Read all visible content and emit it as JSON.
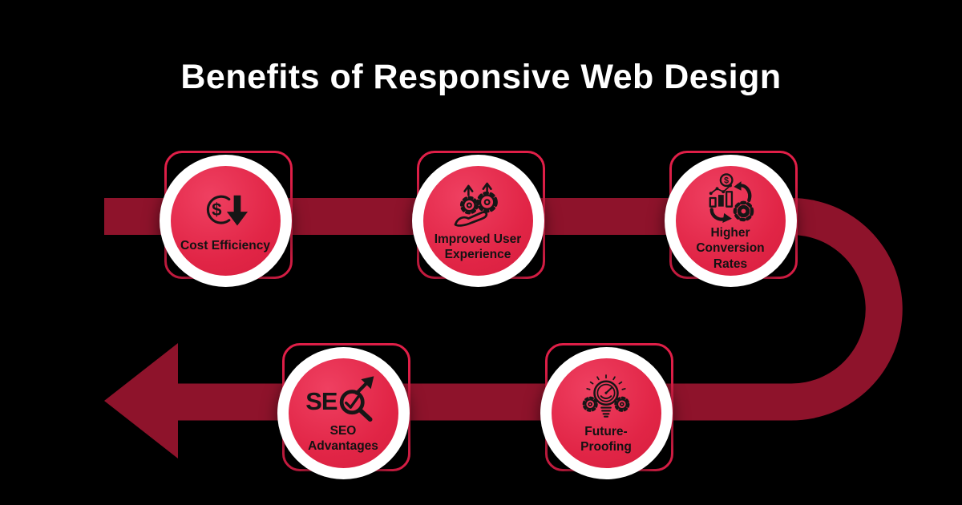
{
  "title": "Benefits of Responsive Web Design",
  "colors": {
    "background": "#000000",
    "band": "#8e132b",
    "node_fill": "#e12546",
    "node_fill_light": "#ef4061",
    "node_fill_dark": "#d71e3e",
    "node_border": "#e01f48",
    "ring": "#ffffff",
    "label": "#121212",
    "title_color": "#ffffff",
    "icon": "#161616"
  },
  "nodes": [
    {
      "label": "Cost Efficiency",
      "icon": "dollar-coin-down-arrow-icon"
    },
    {
      "label": "Improved User Experience",
      "icon": "hand-holding-gears-up-arrows-icon"
    },
    {
      "label": "Higher Conversion Rates",
      "icon": "chart-dollar-cycle-gear-icon"
    },
    {
      "label": "Future-Proofing",
      "icon": "clock-bulb-gears-icon"
    },
    {
      "label": "SEO Advantages",
      "icon": "seo-magnifier-growth-arrow-icon"
    }
  ],
  "icon_text": {
    "dollar": "$",
    "seo": "SE"
  }
}
